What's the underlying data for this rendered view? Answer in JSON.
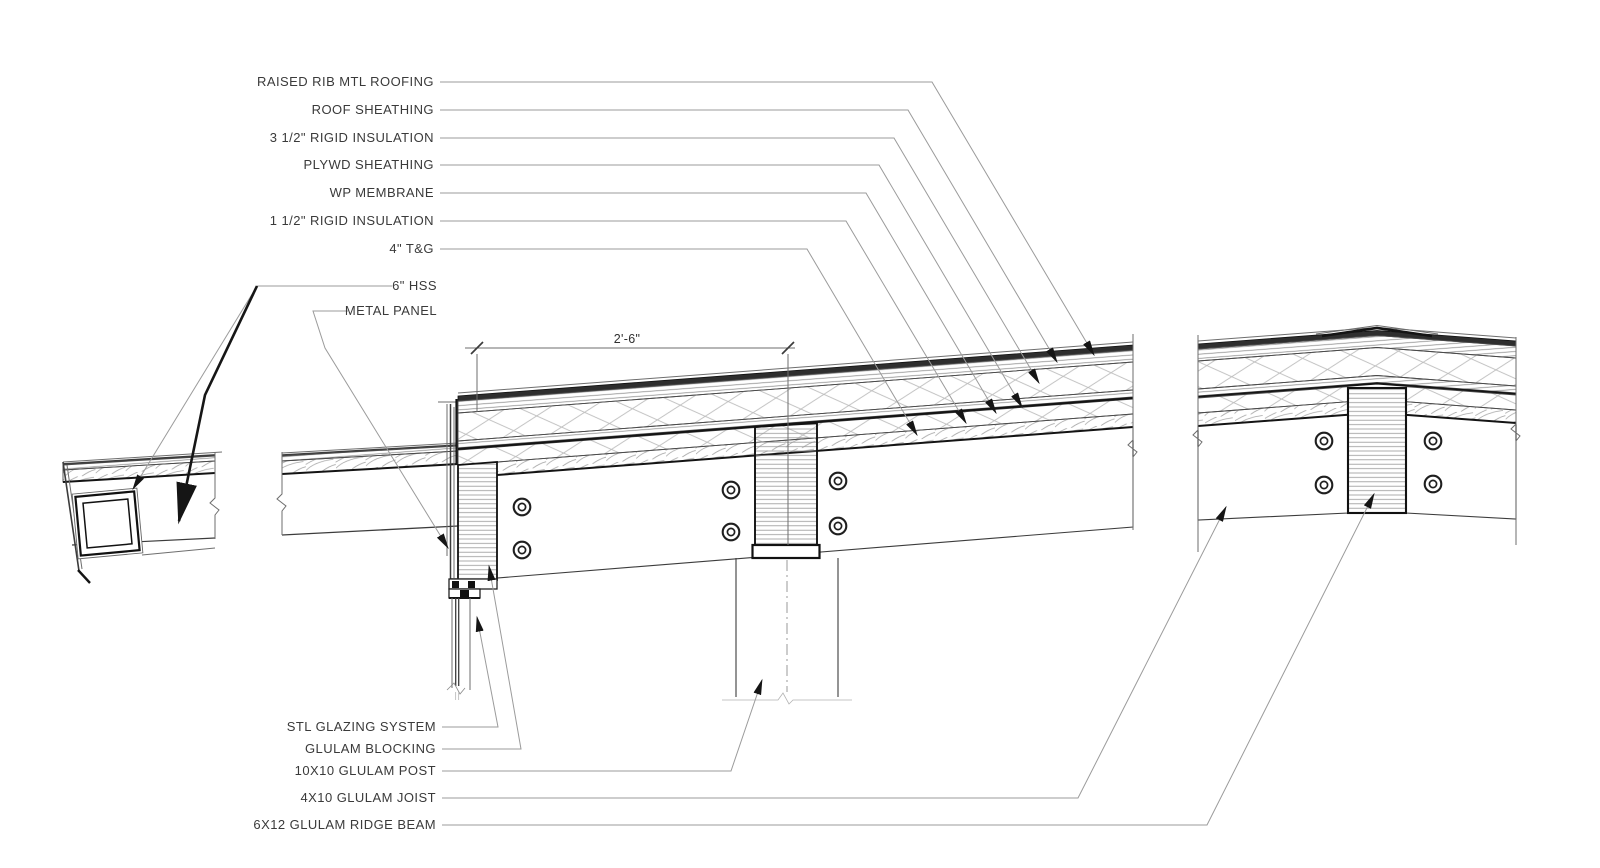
{
  "drawing": {
    "type": "architectural-section-detail",
    "subject": "glulam roof assembly detail: eave, glazing head, post connection and ridge",
    "background": "#ffffff"
  },
  "colors": {
    "line_dark": "#141414",
    "line_medium": "#3c3c3c",
    "leader": "#9b9b9b",
    "text": "#3a3a3a",
    "hatch": "#b9b9b9"
  },
  "dimension": {
    "label": "2'-6\""
  },
  "callouts": {
    "top": [
      {
        "label": "RAISED RIB MTL ROOFING"
      },
      {
        "label": "ROOF SHEATHING"
      },
      {
        "label": "3 1/2\" RIGID INSULATION"
      },
      {
        "label": "PLYWD SHEATHING"
      },
      {
        "label": "WP MEMBRANE"
      },
      {
        "label": "1 1/2\" RIGID INSULATION"
      },
      {
        "label": "4\" T&G"
      },
      {
        "label": "6\" HSS"
      },
      {
        "label": "METAL PANEL"
      }
    ],
    "bottom": [
      {
        "label": "STL GLAZING SYSTEM"
      },
      {
        "label": "GLULAM BLOCKING"
      },
      {
        "label": "10X10 GLULAM POST"
      },
      {
        "label": "4X10 GLULAM JOIST"
      },
      {
        "label": "6X12 GLULAM RIDGE BEAM"
      }
    ]
  }
}
